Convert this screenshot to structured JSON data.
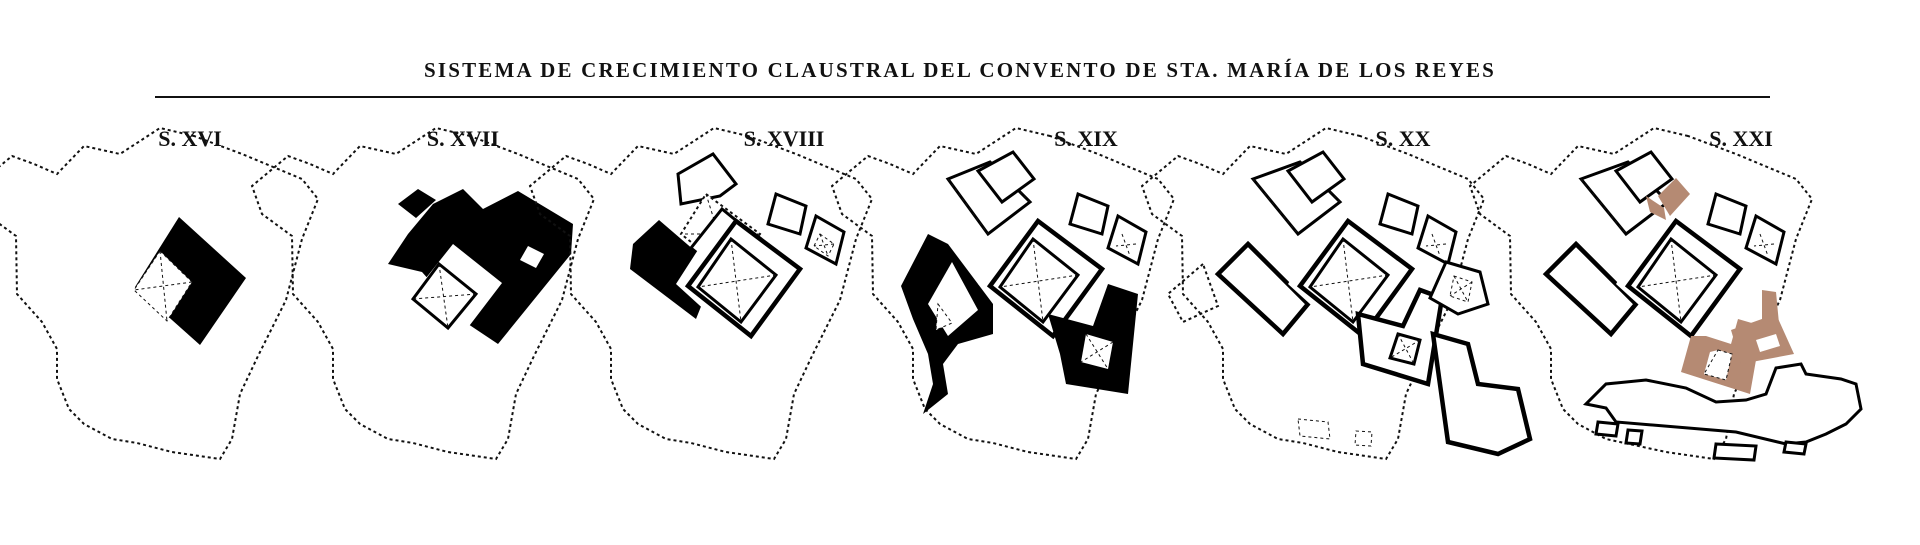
{
  "title": "SISTEMA DE CRECIMIENTO CLAUSTRAL DEL CONVENTO DE STA. MARÍA DE LOS REYES",
  "centuries": [
    {
      "label": "S. XVI"
    },
    {
      "label": "S. XVII"
    },
    {
      "label": "S. XVIII"
    },
    {
      "label": "S. XIX"
    },
    {
      "label": "S. XX"
    },
    {
      "label": "S. XXI"
    }
  ],
  "colors": {
    "construction": "#000000",
    "intervention_xxi": "#b58a73"
  }
}
